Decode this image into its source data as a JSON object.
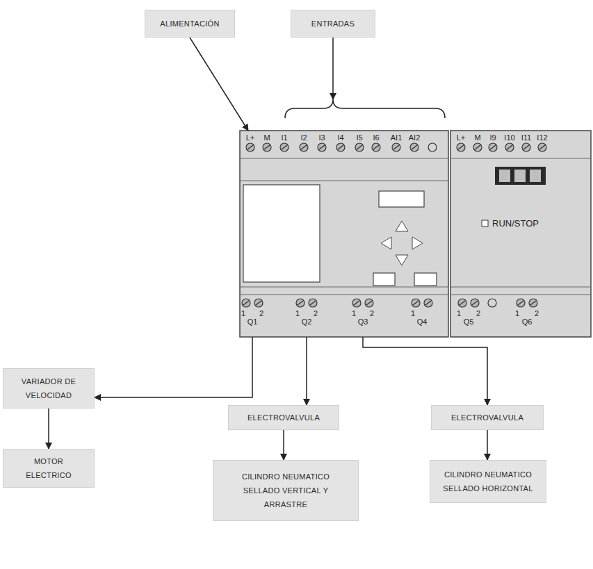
{
  "diagram": {
    "nodes": [
      {
        "text": [
          "ALIMENTACIÓN"
        ]
      },
      {
        "text": [
          "ENTRADAS"
        ]
      },
      {
        "text": [
          "L+",
          "M",
          "I1",
          "I2",
          "I3",
          "I4",
          "I5",
          "I6",
          "AI1",
          "AI2",
          "1",
          "2",
          "Q1",
          "1",
          "2",
          "Q2",
          "1",
          "2",
          "Q3",
          "1",
          "Q4"
        ]
      },
      {
        "text": [
          "L+",
          "M",
          "I9",
          "I10",
          "I11",
          "I12",
          "RUN/STOP",
          "1",
          "2",
          "Q5",
          "1",
          "2",
          "Q6"
        ]
      },
      {
        "text": [
          "VARIADOR DE VELOCIDAD"
        ]
      },
      {
        "text": [
          "MOTOR ELECTRICO"
        ]
      },
      {
        "text": [
          "ELECTROVALVULA"
        ]
      },
      {
        "text": [
          "CILINDRO NEUMATICO SELLADO VERTICAL Y ARRASTRE"
        ]
      },
      {
        "text": [
          "ELECTROVALVULA"
        ]
      },
      {
        "text": [
          "CILINDRO NEUMATICO SELLADO HORIZONTAL"
        ]
      }
    ],
    "edges": [
      {
        "from": 0,
        "to": 2,
        "arrow": "to"
      },
      {
        "from": 1,
        "to": 2,
        "arrow": "to"
      },
      {
        "from": 2,
        "to": 4,
        "arrow": "to"
      },
      {
        "from": 4,
        "to": 5,
        "arrow": "to"
      },
      {
        "from": 2,
        "to": 6,
        "arrow": "to"
      },
      {
        "from": 6,
        "to": 7,
        "arrow": "to"
      },
      {
        "from": 2,
        "to": 8,
        "arrow": "to"
      },
      {
        "from": 8,
        "to": 9,
        "arrow": "to"
      }
    ]
  }
}
